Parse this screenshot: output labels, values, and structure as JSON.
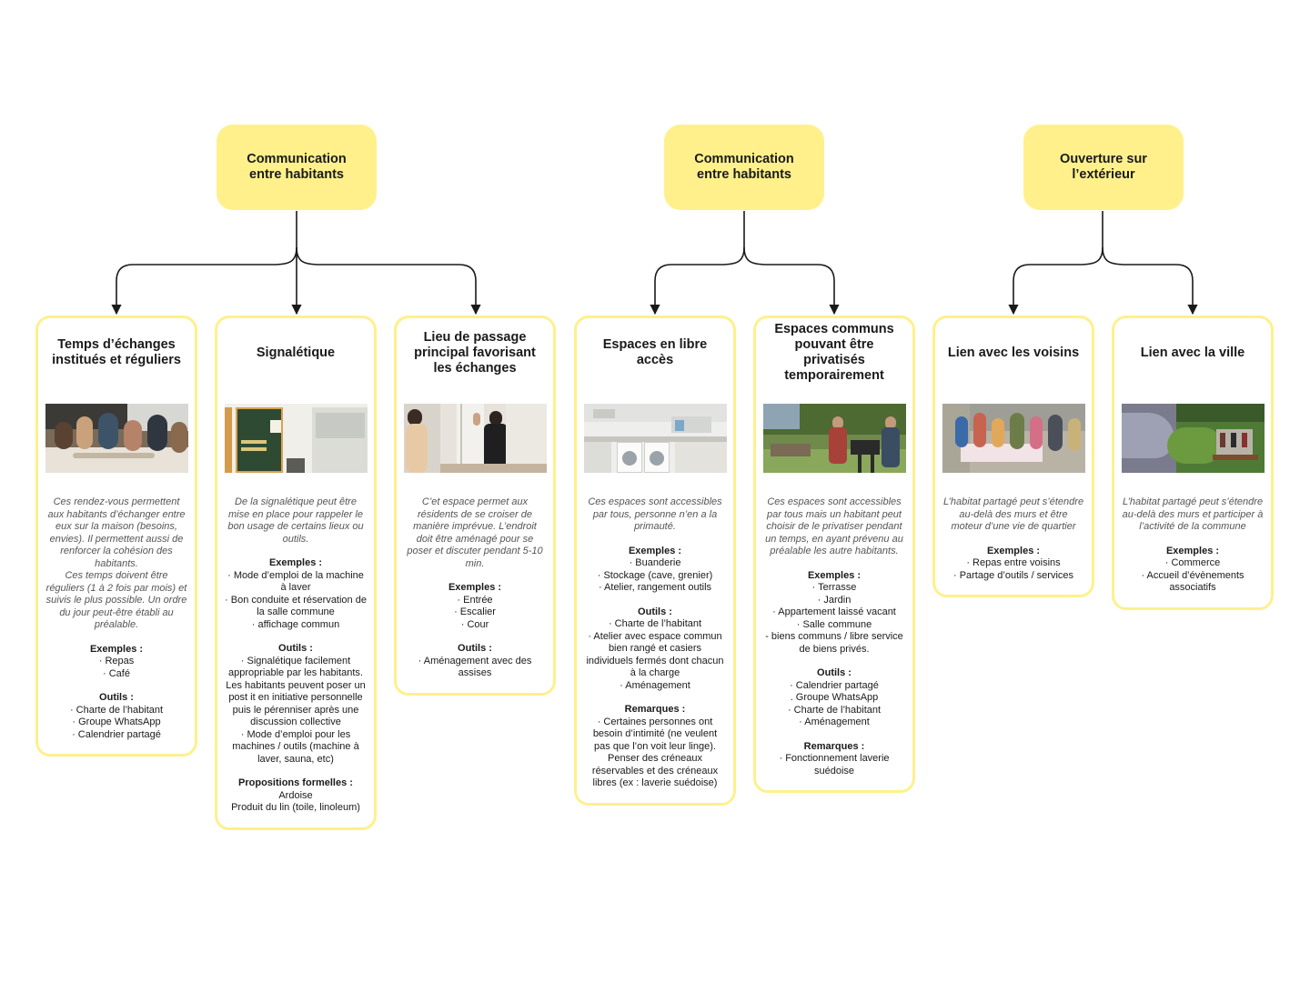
{
  "colors": {
    "accent": "#fff08c",
    "connector": "#1a1a1a",
    "description": "#555555"
  },
  "top_nodes": [
    {
      "label": "Communication entre habitants"
    },
    {
      "label": "Communication entre habitants"
    },
    {
      "label": "Ouverture sur l’extérieur"
    }
  ],
  "cards": [
    {
      "title": "Temps d’échanges institués et réguliers",
      "photo": "people-eating-meal-photo",
      "description": "Ces rendez-vous permettent aux habitants d’échanger entre eux sur la maison (besoins, envies). Il permettent aussi de renforcer la cohésion des habitants.\nCes temps doivent être réguliers (1 à 2 fois par mois) et suivis le plus possible. Un ordre du jour peut-être établi au préalable.",
      "sections": [
        {
          "title": "Exemples :",
          "items": [
            "· Repas",
            "· Café"
          ]
        },
        {
          "title": "Outils :",
          "items": [
            "· Charte de l’habitant",
            "· Groupe WhatsApp",
            "· Calendrier partagé"
          ]
        }
      ]
    },
    {
      "title": "Signalétique",
      "photo": "desk-zone-sign-photo",
      "description": "De la signalétique peut être mise en place pour rappeler le bon usage de certains lieux ou outils.",
      "sections": [
        {
          "title": "Exemples :",
          "items": [
            "· Mode d’emploi de la machine à laver",
            "· Bon conduite et réservation de la salle commune",
            "· affichage commun"
          ]
        },
        {
          "title": "Outils :",
          "items": [
            "· Signalétique facilement appropriable par les habitants. Les habitants peuvent poser un post it en initiative personnelle puis le pérenniser après une discussion collective",
            "· Mode d’emploi pour les machines / outils (machine à laver, sauna, etc)"
          ]
        },
        {
          "title": "Propositions formelles :",
          "items": [
            "Ardoise",
            "Produit du lin (toile, linoleum)"
          ]
        }
      ]
    },
    {
      "title": "Lieu de passage principal favorisant les échanges",
      "photo": "neighbors-greeting-doorway-photo",
      "description": "C’et espace permet aux résidents de se croiser de manière imprévue. L’endroit doit être aménagé pour se poser et discuter pendant 5-10 min.",
      "sections": [
        {
          "title": "Exemples :",
          "items": [
            "· Entrée",
            "· Escalier",
            "· Cour"
          ]
        },
        {
          "title": "Outils :",
          "items": [
            "· Aménagement avec des assises"
          ]
        }
      ]
    },
    {
      "title": "Espaces en libre accès",
      "photo": "shared-laundry-room-photo",
      "description": "Ces espaces sont accessibles par tous, personne n’en a la primauté.",
      "sections": [
        {
          "title": "Exemples :",
          "items": [
            "· Buanderie",
            "· Stockage (cave, grenier)",
            "· Atelier, rangement outils"
          ]
        },
        {
          "title": "Outils :",
          "items": [
            "· Charte de l’habitant",
            "· Atelier avec espace commun bien rangé et casiers individuels fermés dont chacun à la charge",
            "· Aménagement"
          ]
        },
        {
          "title": "Remarques :",
          "items": [
            "· Certaines personnes ont besoin d’intimité (ne veulent pas que l’on voit leur linge). Penser des créneaux réservables et des créneaux libres (ex : laverie suédoise)"
          ]
        }
      ]
    },
    {
      "title": "Espaces communs pouvant être privatisés temporairement",
      "photo": "garden-barbecue-photo",
      "description": "Ces espaces sont accessibles par tous mais un habitant peut choisir de le privatiser pendant un temps, en ayant prévenu au préalable les autre habitants.",
      "sections": [
        {
          "title": "Exemples :",
          "items": [
            "· Terrasse",
            "· Jardin",
            "· Appartement laissé vacant",
            "· Salle commune",
            "- biens communs / libre service de biens privés."
          ]
        },
        {
          "title": "Outils :",
          "items": [
            "· Calendrier partagé",
            ". Groupe WhatsApp",
            "· Charte de l’habitant",
            "· Aménagement"
          ]
        },
        {
          "title": "Remarques :",
          "items": [
            "· Fonctionnement laverie suédoise"
          ]
        }
      ]
    },
    {
      "title": "Lien avec les voisins",
      "photo": "neighborhood-party-photo",
      "description": "L’habitat partagé peut s’étendre au-delà des murs et être moteur d’une vie de quartier",
      "sections": [
        {
          "title": "Exemples :",
          "items": [
            "· Repas entre voisins",
            "· Partage d’outils / services"
          ]
        }
      ]
    },
    {
      "title": "Lien avec la ville",
      "photo": "outdoor-concert-crowd-photo",
      "description": "L’habitat partagé peut s’étendre au-delà des murs et participer à l’activité de la commune",
      "sections": [
        {
          "title": "Exemples :",
          "items": [
            "· Commerce",
            "· Accueil d’évènements associatifs"
          ]
        }
      ]
    }
  ]
}
